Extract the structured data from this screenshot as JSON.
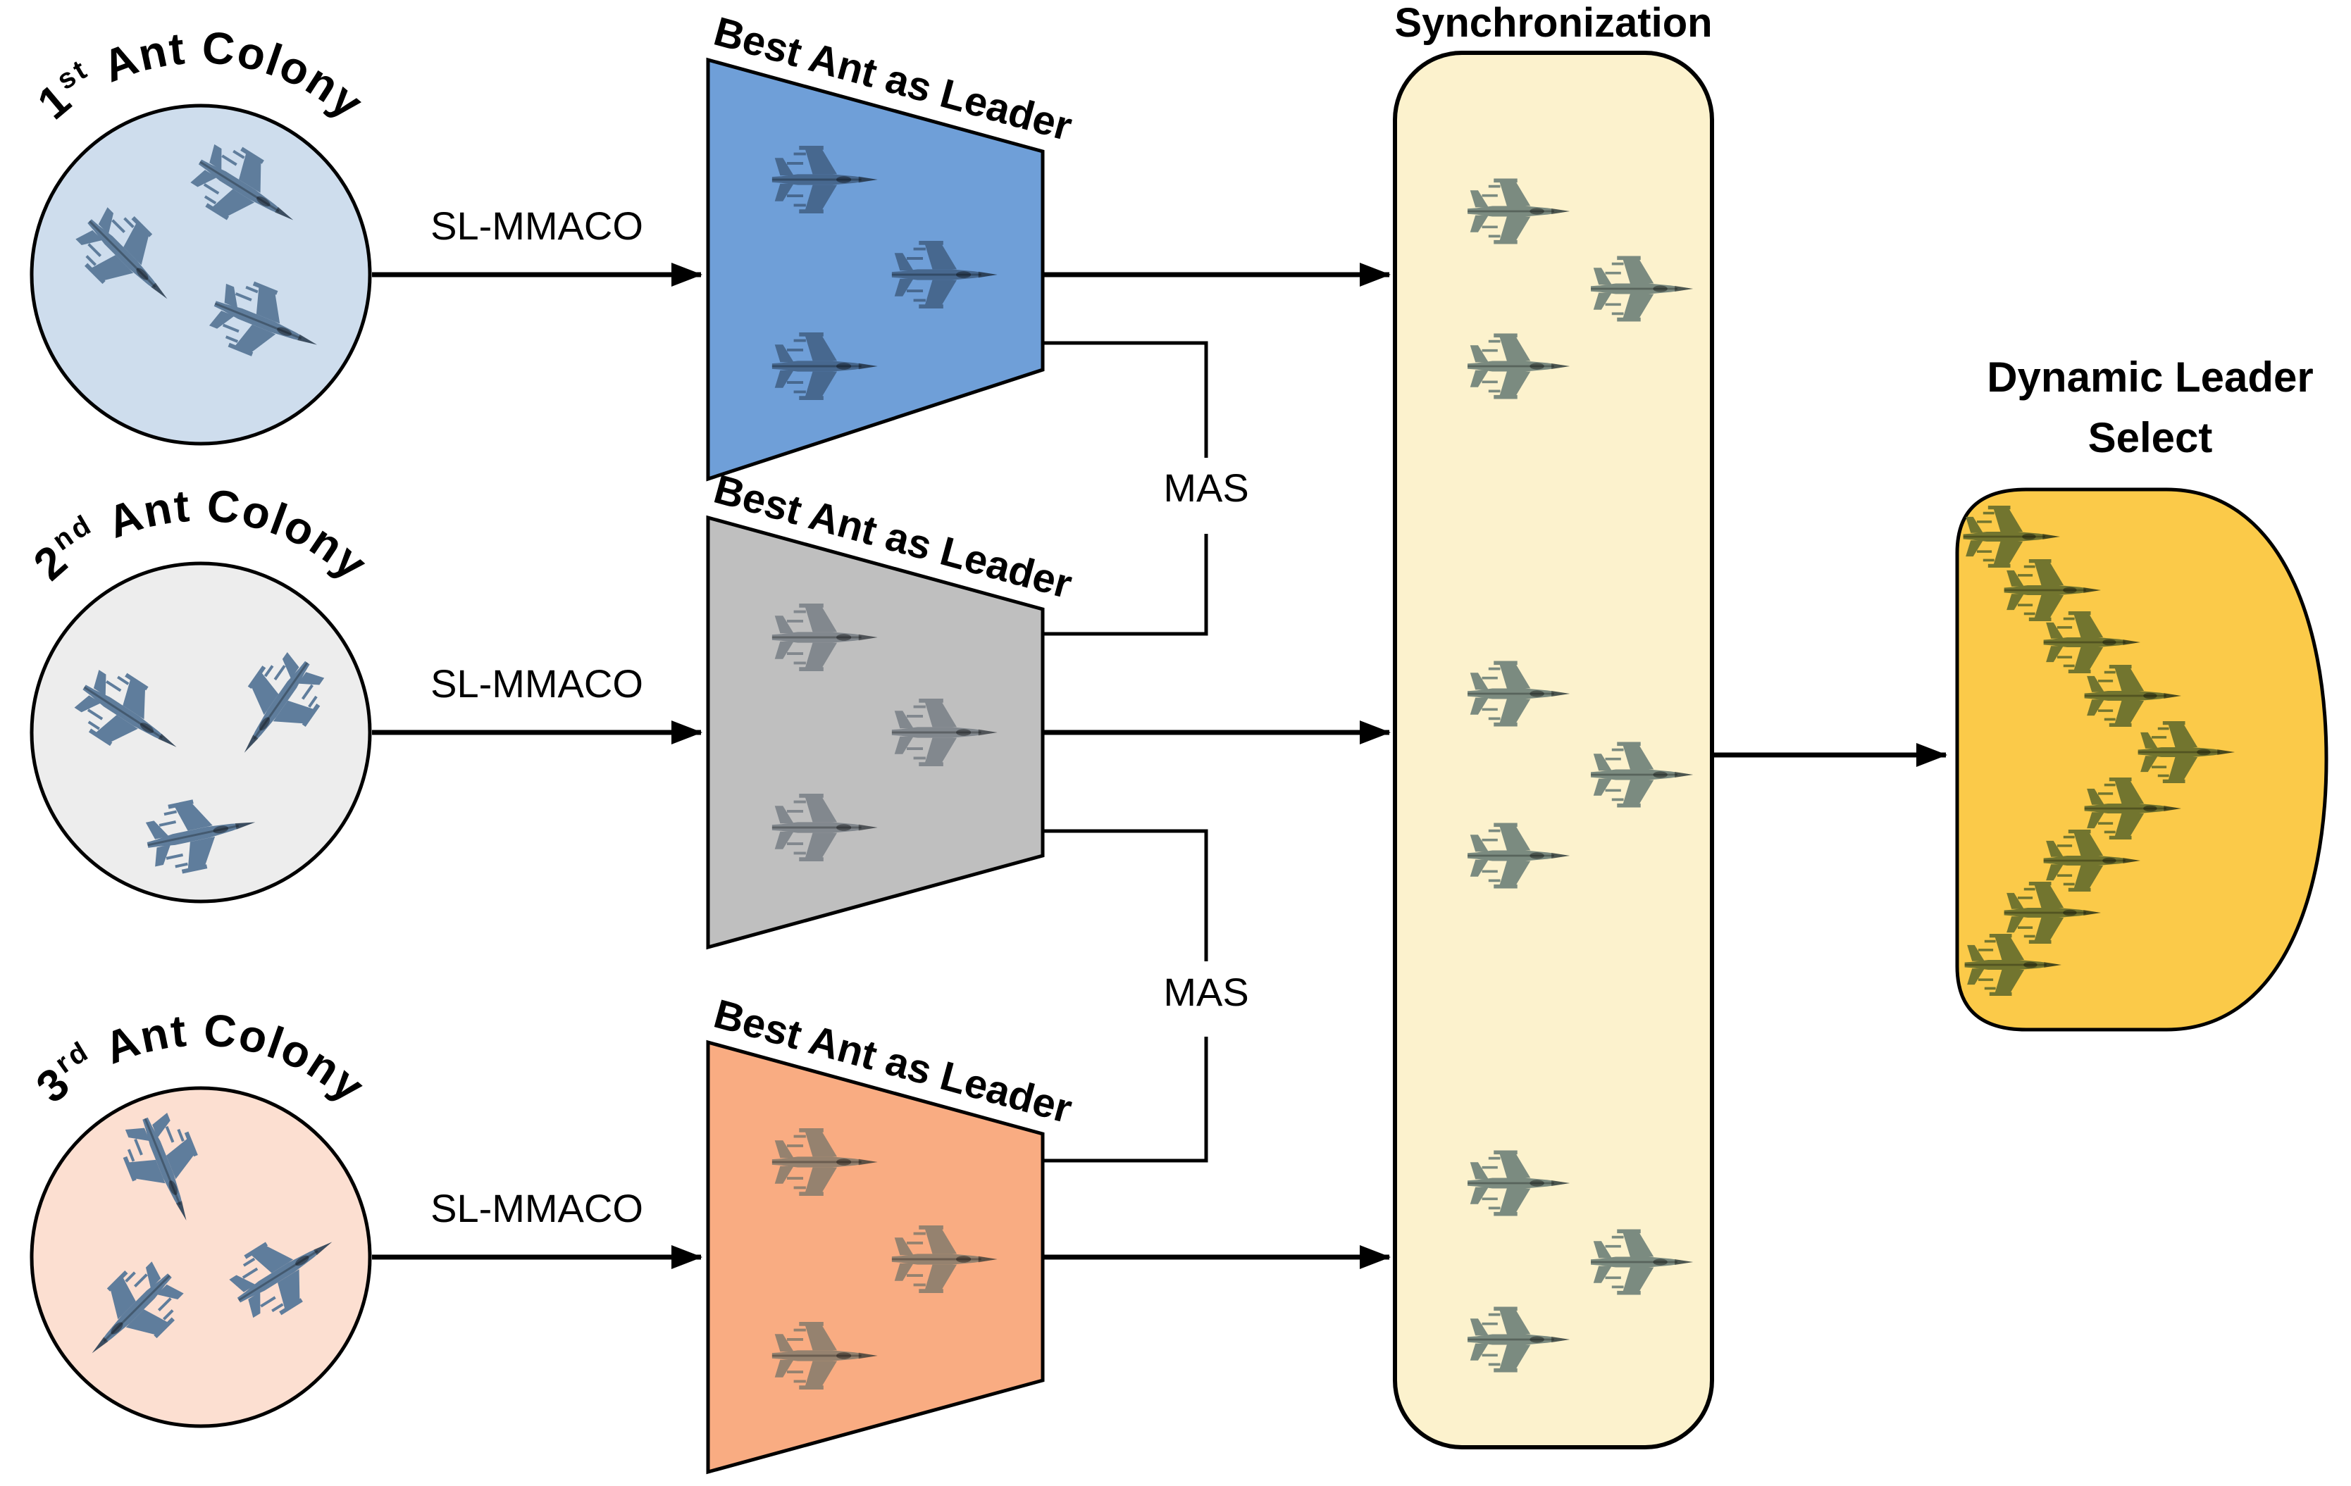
{
  "colonies": [
    {
      "ordinal": "1",
      "suffix": "st",
      "rest": " Ant Colony",
      "process_label": "SL-MMACO"
    },
    {
      "ordinal": "2",
      "suffix": "nd",
      "rest": " Ant Colony",
      "process_label": "SL-MMACO"
    },
    {
      "ordinal": "3",
      "suffix": "rd",
      "rest": " Ant Colony",
      "process_label": "SL-MMACO"
    }
  ],
  "trapezoids": [
    {
      "label": "Best Ant as Leader"
    },
    {
      "label": "Best Ant as Leader"
    },
    {
      "label": "Best Ant as Leader"
    }
  ],
  "mas_links": [
    {
      "label": "MAS"
    },
    {
      "label": "MAS"
    }
  ],
  "sync_box": {
    "title": "Synchronization"
  },
  "leader_select": {
    "title_line1": "Dynamic Leader",
    "title_line2": "Select"
  },
  "colors": {
    "circle1_fill": "#cedded",
    "circle2_fill": "#ededed",
    "circle3_fill": "#fcdfd1",
    "trap1_fill": "#6f9fd8",
    "trap2_fill": "#bfbfbf",
    "trap3_fill": "#f9ac82",
    "sync_fill": "#fcf2cd",
    "select_fill": "#fbca49",
    "outline": "#000000",
    "jet_colony": "#5f7d9c",
    "jet_trap1": "#47688f",
    "jet_trap2": "#82888e",
    "jet_trap3": "#95826f",
    "jet_sync": "#7b8b80",
    "jet_select": "#72752f"
  }
}
